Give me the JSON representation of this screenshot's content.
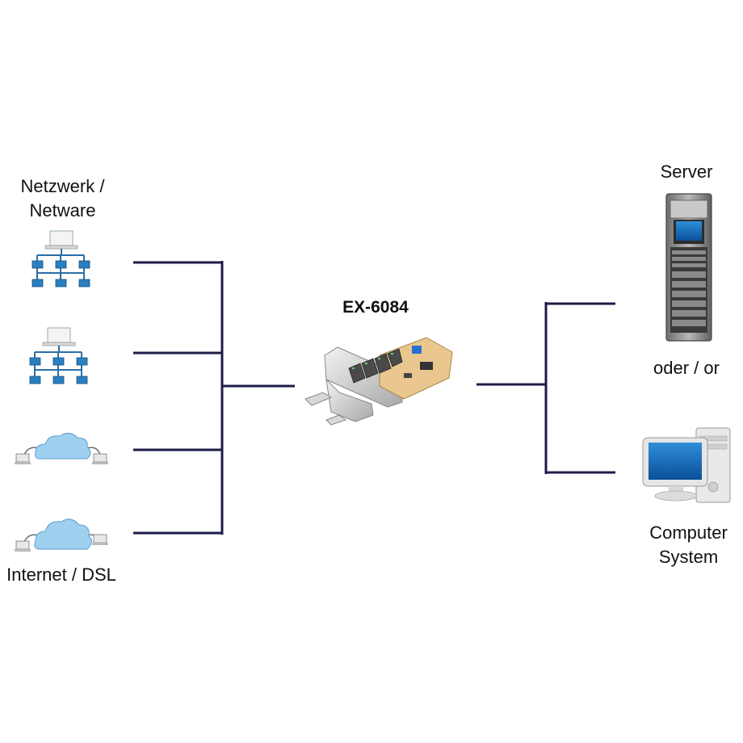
{
  "labels": {
    "network": [
      "Netzwerk /",
      "Netware"
    ],
    "internet": "Internet / DSL",
    "product": "EX-6084",
    "server": "Server",
    "or": "oder / or",
    "computer": [
      "Computer",
      "System"
    ]
  },
  "icons": {
    "left": [
      "network-tree-icon",
      "network-tree-icon",
      "cloud-internet-icon",
      "cloud-internet-icon"
    ],
    "center": "pcie-network-card-icon",
    "right": [
      "server-rack-icon",
      "desktop-computer-icon"
    ]
  },
  "colors": {
    "line": "#1c1c4a",
    "node": "#2a7fc0",
    "cloud": "#9fd0f0",
    "pcb": "#e9c78e"
  }
}
